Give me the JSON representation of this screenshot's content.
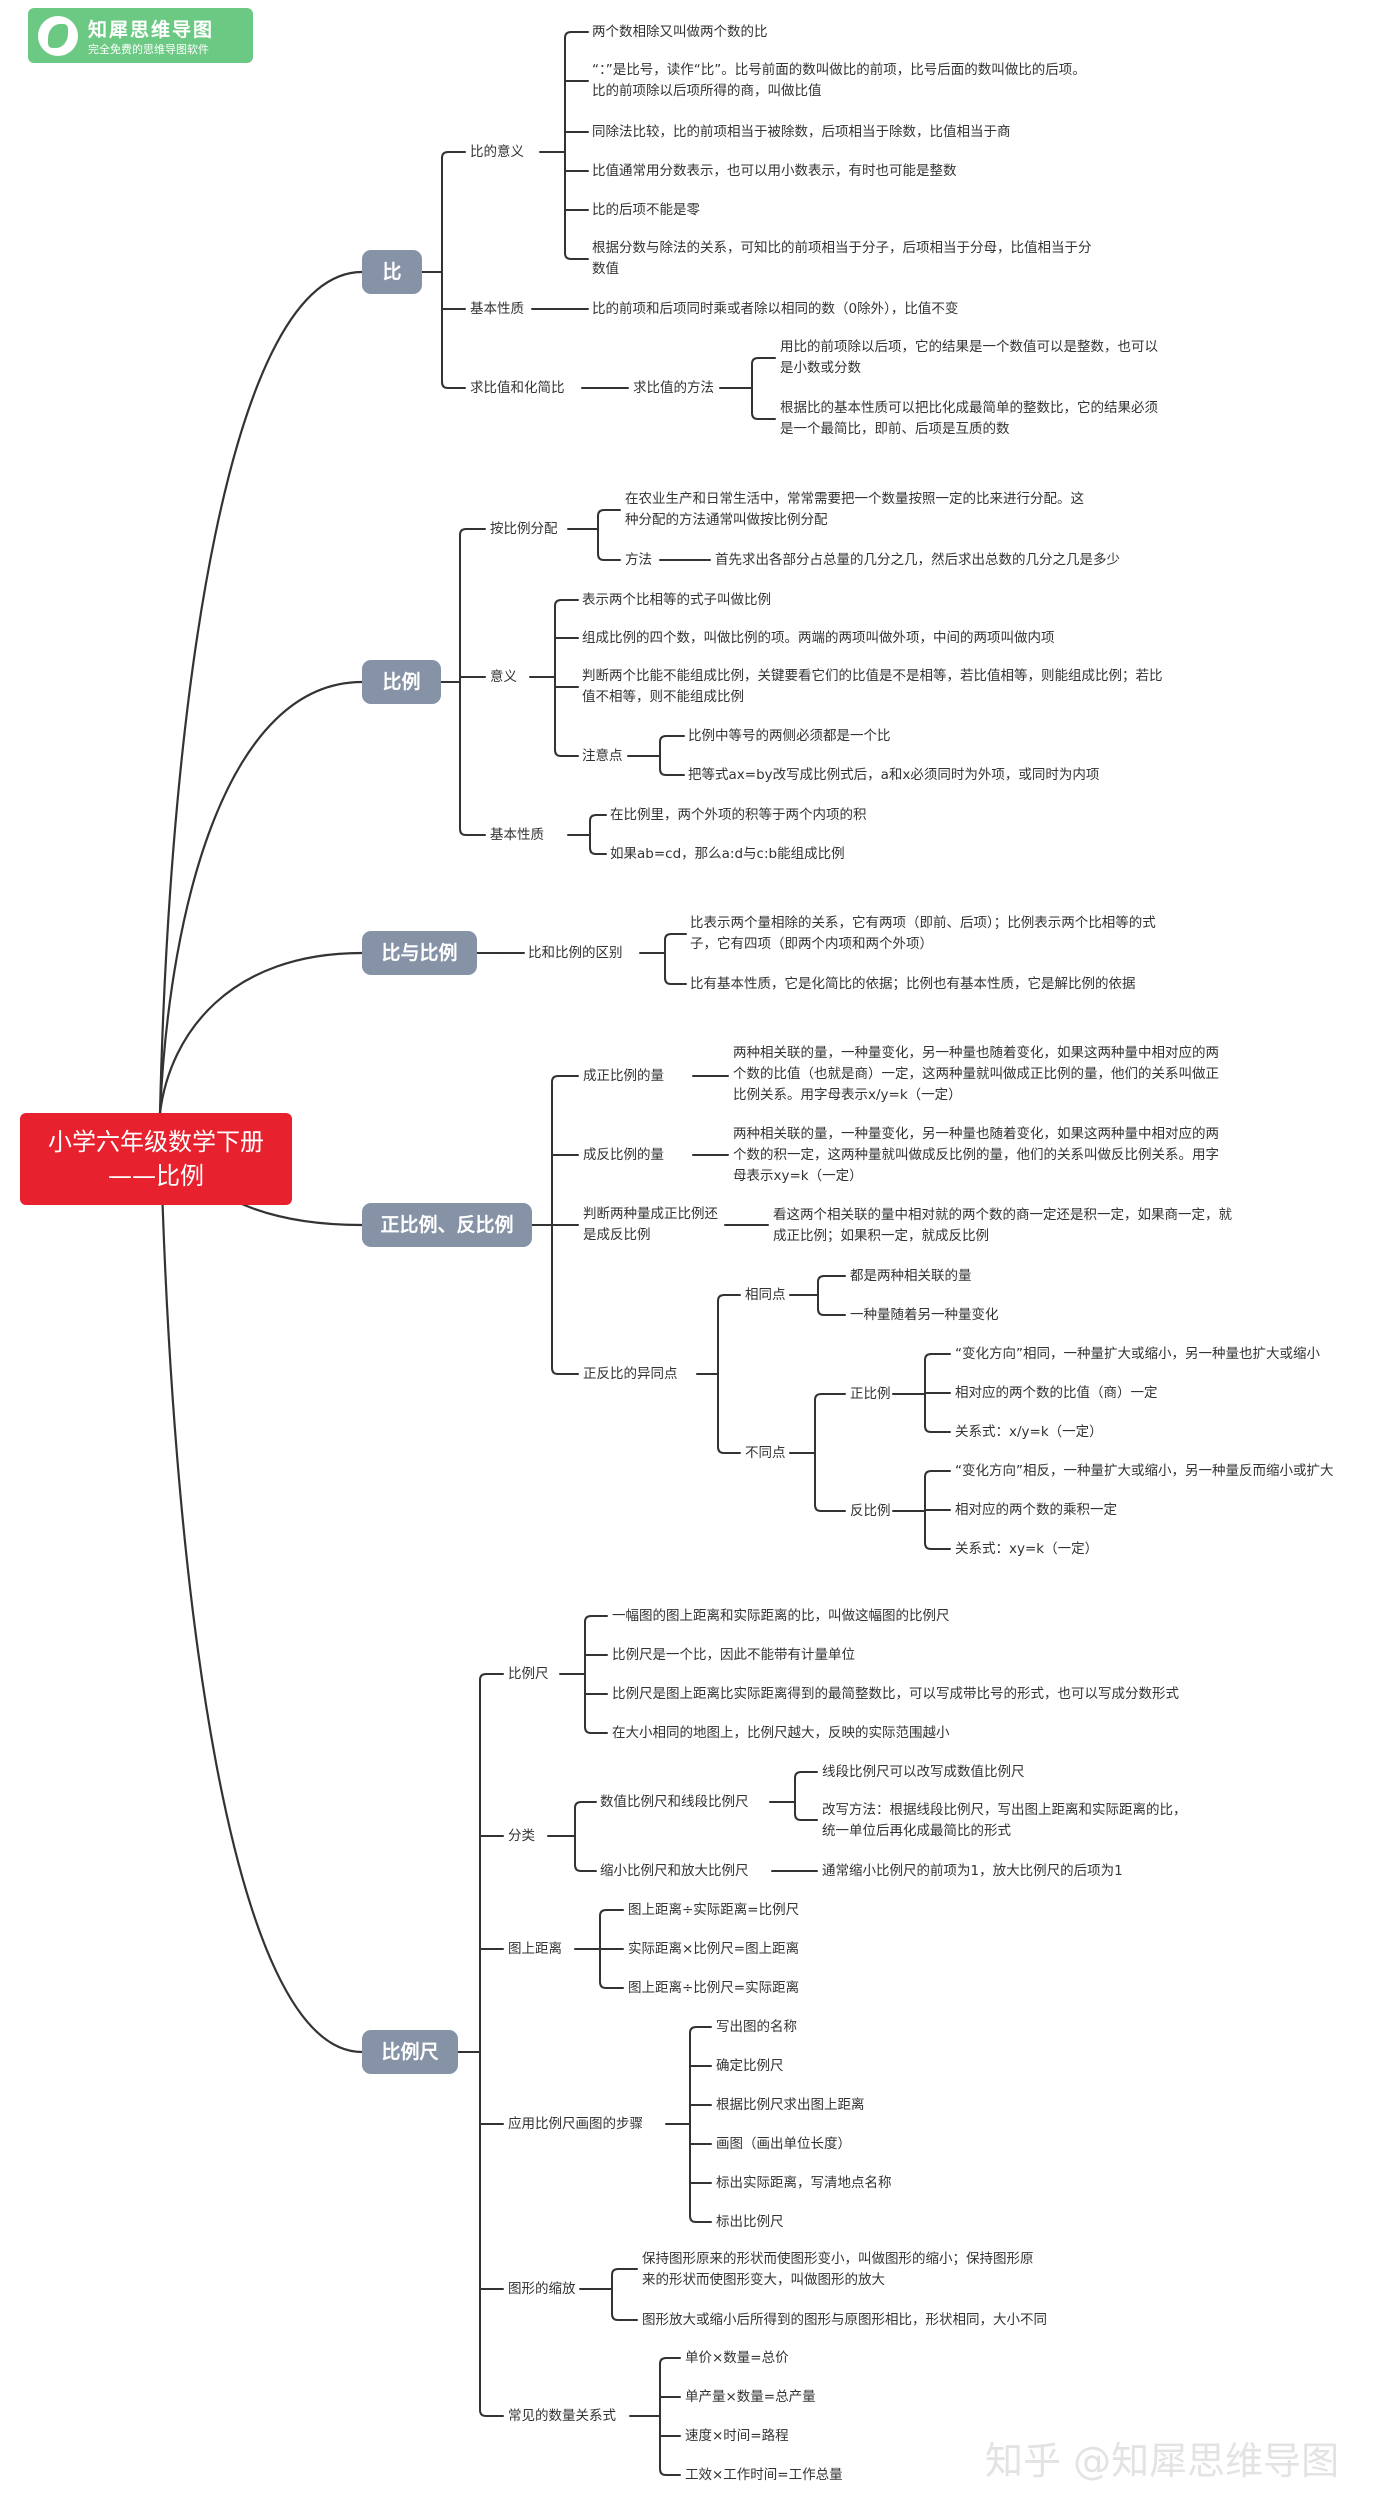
{
  "logo": {
    "title": "知犀思维导图",
    "subtitle": "完全免费的思维导图软件"
  },
  "root": {
    "line1": "小学六年级数学下册",
    "line2": "——比例"
  },
  "b1": {
    "label": "比",
    "meaning": {
      "label": "比的意义",
      "items": [
        "两个数相除又叫做两个数的比",
        "“：”是比号，读作“比”。比号前面的数叫做比的前项，比号后面的数叫做比的后项。比的前项除以后项所得的商，叫做比值",
        "同除法比较，比的前项相当于被除数，后项相当于除数，比值相当于商",
        "比值通常用分数表示，也可以用小数表示，有时也可能是整数",
        "比的后项不能是零",
        "根据分数与除法的关系，可知比的前项相当于分子，后项相当于分母，比值相当于分数值"
      ]
    },
    "basic": {
      "label": "基本性质",
      "item": "比的前项和后项同时乘或者除以相同的数（0除外），比值不变"
    },
    "simplify": {
      "label": "求比值和化简比",
      "method": "求比值的方法",
      "items": [
        "用比的前项除以后项，它的结果是一个数值可以是整数，也可以是小数或分数",
        "根据比的基本性质可以把比化成最简单的整数比，它的结果必须是一个最简比，即前、后项是互质的数"
      ]
    }
  },
  "b2": {
    "label": "比例",
    "dist": {
      "label": "按比例分配",
      "item": "在农业生产和日常生活中，常常需要把一个数量按照一定的比来进行分配。这种分配的方法通常叫做按比例分配",
      "method": "方法",
      "method_text": "首先求出各部分占总量的几分之几，然后求出总数的几分之几是多少"
    },
    "meaning": {
      "label": "意义",
      "items": [
        "表示两个比相等的式子叫做比例",
        "组成比例的四个数，叫做比例的项。两端的两项叫做外项，中间的两项叫做内项",
        "判断两个比能不能组成比例，关键要看它们的比值是不是相等，若比值相等，则能组成比例；若比值不相等，则不能组成比例"
      ],
      "note": "注意点",
      "notes": [
        "比例中等号的两侧必须都是一个比",
        "把等式ax=by改写成比例式后，a和x必须同时为外项，或同时为内项"
      ]
    },
    "basic": {
      "label": "基本性质",
      "items": [
        "在比例里，两个外项的积等于两个内项的积",
        "如果ab=cd，那么a:d与c:b能组成比例"
      ]
    }
  },
  "b3": {
    "label": "比与比例",
    "diff": "比和比例的区别",
    "items": [
      "比表示两个量相除的关系，它有两项（即前、后项）；比例表示两个比相等的式子，它有四项（即两个内项和两个外项）",
      "比有基本性质，它是化简比的依据；比例也有基本性质，它是解比例的依据"
    ]
  },
  "b4": {
    "label": "正比例、反比例",
    "direct": {
      "label": "成正比例的量",
      "text": "两种相关联的量，一种量变化，另一种量也随着变化，如果这两种量中相对应的两个数的比值（也就是商）一定，这两种量就叫做成正比例的量，他们的关系叫做正比例关系。用字母表示x/y=k（一定）"
    },
    "inverse": {
      "label": "成反比例的量",
      "text": "两种相关联的量，一种量变化，另一种量也随着变化，如果这两种量中相对应的两个数的积一定，这两种量就叫做成反比例的量，他们的关系叫做反比例关系。用字母表示xy=k（一定）"
    },
    "judge": {
      "label": "判断两种量成正比例还是成反比例",
      "text": "看这两个相关联的量中相对就的两个数的商一定还是积一定，如果商一定，就成正比例；如果积一定，就成反比例"
    },
    "comp": {
      "label": "正反比的异同点",
      "same": "相同点",
      "same_items": [
        "都是两种相关联的量",
        "一种量随着另一种量变化"
      ],
      "diff": "不同点",
      "pos": "正比例",
      "pos_items": [
        "“变化方向”相同，一种量扩大或缩小，另一种量也扩大或缩小",
        "相对应的两个数的比值（商）一定",
        "关系式：x/y=k（一定）"
      ],
      "neg": "反比例",
      "neg_items": [
        "“变化方向”相反，一种量扩大或缩小，另一种量反而缩小或扩大",
        "相对应的两个数的乘积一定",
        "关系式：xy=k（一定）"
      ]
    }
  },
  "b5": {
    "label": "比例尺",
    "scale": {
      "label": "比例尺",
      "items": [
        "一幅图的图上距离和实际距离的比，叫做这幅图的比例尺",
        "比例尺是一个比，因此不能带有计量单位",
        "比例尺是图上距离比实际距离得到的最简整数比，可以写成带比号的形式，也可以写成分数形式",
        "在大小相同的地图上，比例尺越大，反映的实际范围越小"
      ]
    },
    "cls": {
      "label": "分类",
      "a": "数值比例尺和线段比例尺",
      "a_items": [
        "线段比例尺可以改写成数值比例尺",
        "改写方法：根据线段比例尺，写出图上距离和实际距离的比，统一单位后再化成最简比的形式"
      ],
      "b": "缩小比例尺和放大比例尺",
      "b_text": "通常缩小比例尺的前项为1，放大比例尺的后项为1"
    },
    "dist": {
      "label": "图上距离",
      "items": [
        "图上距离÷实际距离=比例尺",
        "实际距离×比例尺=图上距离",
        "图上距离÷比例尺=实际距离"
      ]
    },
    "steps": {
      "label": "应用比例尺画图的步骤",
      "items": [
        "写出图的名称",
        "确定比例尺",
        "根据比例尺求出图上距离",
        "画图（画出单位长度）",
        "标出实际距离，写清地点名称",
        "标出比例尺"
      ]
    },
    "zoom": {
      "label": "图形的缩放",
      "items": [
        "保持图形原来的形状而使图形变小，叫做图形的缩小；保持图形原来的形状而使图形变大，叫做图形的放大",
        "图形放大或缩小后所得到的图形与原图形相比，形状相同，大小不同"
      ]
    },
    "rel": {
      "label": "常见的数量关系式",
      "items": [
        "单价×数量=总价",
        "单产量×数量=总产量",
        "速度×时间=路程",
        "工效×工作时间=工作总量"
      ]
    }
  },
  "watermark": "知乎 @知犀思维导图"
}
